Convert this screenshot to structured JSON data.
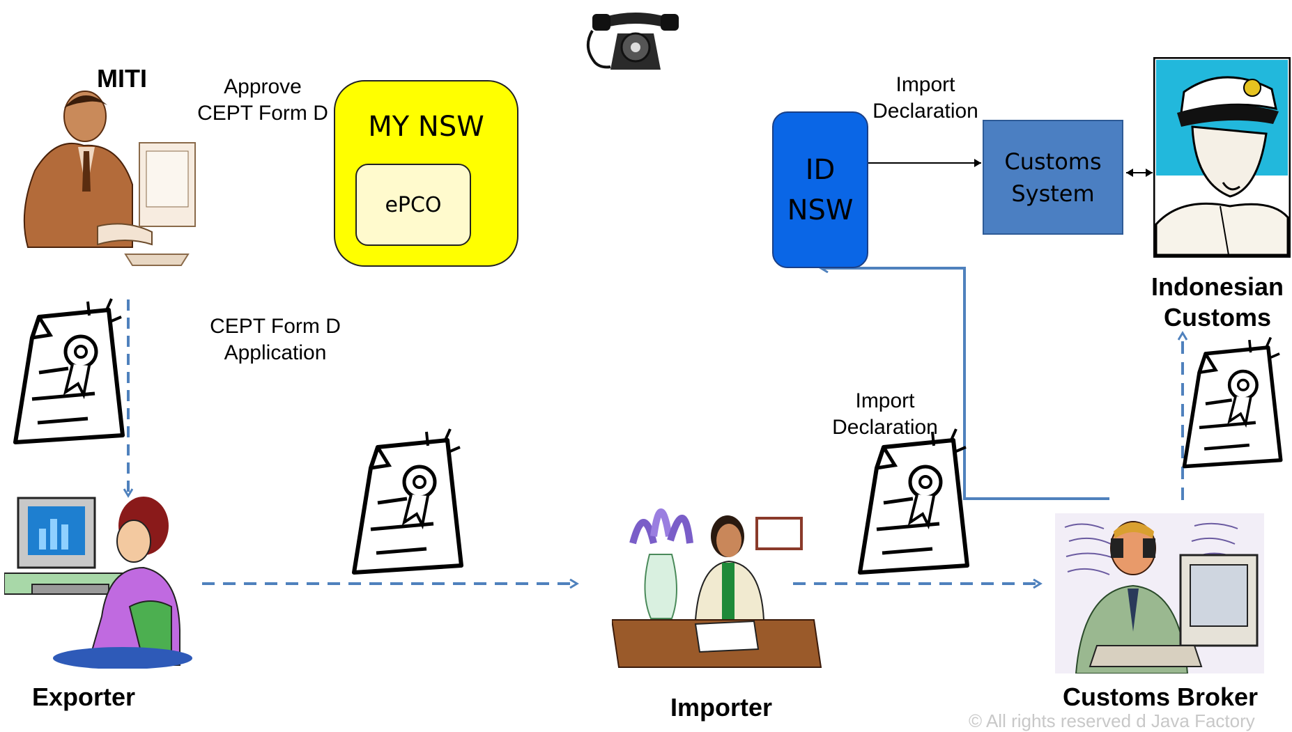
{
  "actors": {
    "miti": "MITI",
    "exporter": "Exporter",
    "importer": "Importer",
    "customs_broker": "Customs Broker",
    "indonesian_customs": "Indonesian\nCustoms"
  },
  "notes": {
    "approve_form_d": "Approve\nCEPT Form D",
    "form_d_application": "CEPT Form D\nApplication",
    "import_declaration_top": "Import\nDeclaration",
    "import_declaration_mid": "Import\nDeclaration"
  },
  "systems": {
    "my_nsw": "MY NSW",
    "epco": "ePCO",
    "id_nsw": "ID\nNSW",
    "customs_system": "Customs\nSystem"
  },
  "footer": {
    "copyright": "© All rights reserved d Java Factory"
  },
  "colors": {
    "my_nsw_fill": "#ffff00",
    "epco_fill": "#fffacd",
    "id_nsw_fill": "#0a66e6",
    "customs_system_fill": "#4b7fc2",
    "flow_arrow": "#4f81bd"
  },
  "icons": {
    "miti": "businessman-at-computer-icon",
    "exporter": "woman-at-computer-icon",
    "importer": "woman-at-desk-icon",
    "customs_broker": "man-at-computer-icon",
    "indonesian_customs": "customs-officer-icon",
    "telephone": "telephone-icon",
    "certificate": "certificate-document-icon"
  }
}
